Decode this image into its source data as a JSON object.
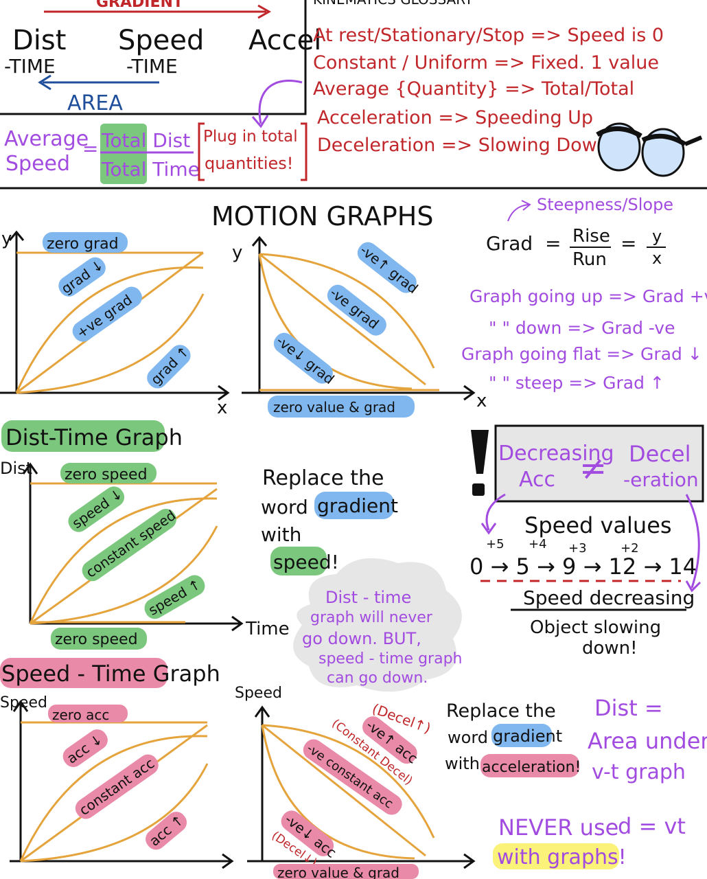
{
  "colors": {
    "red": "#c0262a",
    "blue": "#1f4e9b",
    "purple": "#a24be0",
    "black": "#111111",
    "orange": "#e5a33c",
    "hl_blue": "#7fb7ee",
    "hl_green": "#7cc77e",
    "hl_pink": "#e88aa8",
    "hl_grey": "#e6e6e6",
    "hl_yellow": "#fbf27a"
  },
  "top": {
    "gradient_label": "GRADIENT",
    "dist_label": "Dist",
    "dist_time_label": "-TIME",
    "speed_label": "Speed",
    "speed_time_label": "-TIME",
    "accel_label": "Accel",
    "area_label": "AREA",
    "avg_speed_word1": "Average",
    "avg_speed_word2": "Speed",
    "equals": "=",
    "total_dist": "Total Dist",
    "total_time": "Total Time",
    "plug_line1": "Plug in total",
    "plug_line2": "quantities!",
    "header_partial": "KINEMATICS GLOSSARY"
  },
  "glossary": [
    "At rest/Stationary/Stop => Speed is 0",
    "Constant / Uniform => Fixed. 1 value",
    "Average {Quantity} => Total/Total",
    "Acceleration => Speeding Up",
    "Deceleration => Slowing Down"
  ],
  "motion": {
    "title": "MOTION GRAPHS",
    "g1": {
      "y_axis": "y",
      "x_axis": "x",
      "labels": [
        "zero grad",
        "grad ↓",
        "+ve grad",
        "grad ↑"
      ]
    },
    "g2": {
      "y_axis": "y",
      "x_axis": "x",
      "labels": [
        "-ve↑ grad",
        "-ve grad",
        "-ve↓ grad",
        "zero value & grad"
      ]
    },
    "steepness": "Steepness/Slope",
    "grad_word": "Grad",
    "rise": "Rise",
    "run": "Run",
    "y_over": "y",
    "x_under": "x",
    "notes": [
      "Graph going up => Grad +ve",
      "\"    \"   down => Grad -ve",
      "Graph going flat => Grad ↓",
      "\"    \"   steep => Grad ↑"
    ]
  },
  "dist_time": {
    "title": "Dist-Time Graph",
    "y_axis": "Dist",
    "x_axis": "Time",
    "labels": [
      "zero speed",
      "speed ↓",
      "constant speed",
      "speed ↑",
      "zero speed"
    ],
    "replace_line1": "Replace the",
    "replace_word": "word",
    "replace_gradient": "gradient",
    "replace_with": "with",
    "replace_speed": "speed!",
    "cloud": [
      "Dist - time",
      "graph will never",
      "go down. BUT,",
      "speed - time graph",
      "can go down."
    ]
  },
  "decel_box": {
    "exclaim": "!",
    "decreasing": "Decreasing",
    "acc": "Acc",
    "not_equal": "≠",
    "decel": "Decel",
    "eration": "-eration",
    "speed_values": "Speed values",
    "sequence": "0 → 5 → 9 → 12 → 14",
    "increments": [
      "+5",
      "+4",
      "+3",
      "+2"
    ],
    "speed_decreasing": "Speed decreasing",
    "object_slowing": "Object slowing",
    "down": "down!"
  },
  "speed_time": {
    "title": "Speed - Time Graph",
    "y_axis": "Speed",
    "labels": [
      "zero acc",
      "acc ↓",
      "constant acc",
      "acc ↑"
    ],
    "g2_y_axis": "Speed",
    "g2_labels": [
      "-ve↑ acc",
      "(Decel↑)",
      "-ve constant acc",
      "(Constant Decel)",
      "-ve↓ acc",
      "(Decel↓)",
      "zero value & grad"
    ],
    "replace_line1": "Replace the",
    "replace_word": "word",
    "replace_gradient": "gradient",
    "replace_with": "with",
    "replace_accel": "acceleration!",
    "dist_eq": "Dist =",
    "area_under": "Area under",
    "vt_graph": "v-t graph",
    "never_use": "NEVER use",
    "d_vt": "d = vt",
    "with_graphs": "with graphs!"
  }
}
